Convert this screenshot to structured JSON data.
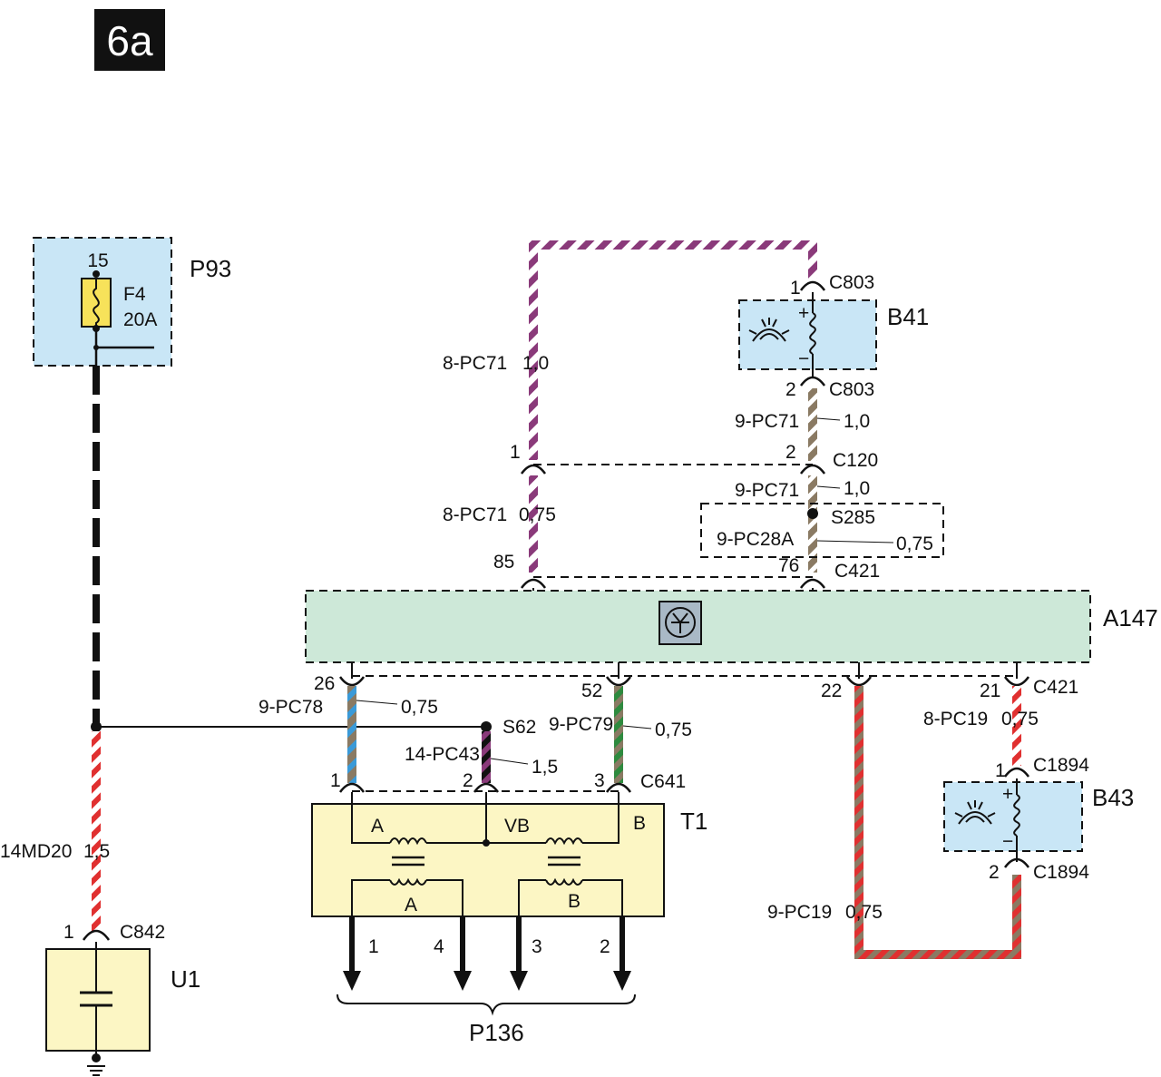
{
  "badge": "6a",
  "colors": {
    "red": "#e03030",
    "purple": "#8a3a7a",
    "brown": "#8a7a63",
    "blue": "#3a9ad8",
    "green": "#2e8a3e",
    "black": "#111111",
    "light_blue_box": "#c9e6f6",
    "light_green_box": "#cde8d8",
    "yellow_box": "#fcf6c4",
    "fuse_yellow": "#f7e25a"
  },
  "components": {
    "p93": {
      "label": "P93",
      "pin": "15",
      "fuse_name": "F4",
      "fuse_rating": "20A"
    },
    "b41": {
      "label": "B41",
      "plus": "+",
      "minus": "−",
      "icon": "sensor-icon"
    },
    "b43": {
      "label": "B43",
      "plus": "+",
      "minus": "−",
      "icon": "sensor-icon"
    },
    "a147": {
      "label": "A147",
      "icon": "transistor-icon"
    },
    "s285": {
      "label": "S285"
    },
    "s62": {
      "label": "S62"
    },
    "t1": {
      "label": "T1",
      "term_a": "A",
      "term_vb": "VB",
      "term_b": "B",
      "sec_a": "A",
      "sec_b": "B"
    },
    "u1": {
      "label": "U1"
    },
    "p136": {
      "label": "P136",
      "pins": [
        "1",
        "4",
        "3",
        "2"
      ]
    }
  },
  "connectors": {
    "c803_1": {
      "pin": "1",
      "name": "C803"
    },
    "c803_2": {
      "pin": "2",
      "name": "C803"
    },
    "c120_1": {
      "pin": "1"
    },
    "c120_2": {
      "pin": "2",
      "name": "C120"
    },
    "c421_85": {
      "pin": "85"
    },
    "c421_76": {
      "pin": "76",
      "name": "C421"
    },
    "c421_26": {
      "pin": "26"
    },
    "c421_52": {
      "pin": "52"
    },
    "c421_22": {
      "pin": "22"
    },
    "c421_21": {
      "pin": "21",
      "name": "C421"
    },
    "c641_1": {
      "pin": "1"
    },
    "c641_2": {
      "pin": "2"
    },
    "c641_3": {
      "pin": "3",
      "name": "C641"
    },
    "c1894_1": {
      "pin": "1",
      "name": "C1894"
    },
    "c1894_2": {
      "pin": "2",
      "name": "C1894"
    },
    "c842_1": {
      "pin": "1",
      "name": "C842"
    }
  },
  "wires": {
    "pc71_upper": {
      "code": "8-PC71",
      "size": "1,0"
    },
    "pc71_lower": {
      "code": "8-PC71",
      "size": "0,75"
    },
    "pc71_b41": {
      "code": "9-PC71",
      "size": "1,0"
    },
    "pc71_s285": {
      "code": "9-PC71",
      "size": "1,0"
    },
    "pc28a": {
      "code": "9-PC28A",
      "size": "0,75"
    },
    "pc78": {
      "code": "9-PC78",
      "size": "0,75"
    },
    "pc79": {
      "code": "9-PC79",
      "size": "0,75"
    },
    "pc43": {
      "code": "14-PC43",
      "size": "1,5"
    },
    "pc19_upper": {
      "code": "8-PC19",
      "size": "0,75"
    },
    "pc19_lower": {
      "code": "9-PC19",
      "size": "0,75"
    },
    "md20": {
      "code": "14MD20",
      "size": "1,5"
    }
  }
}
